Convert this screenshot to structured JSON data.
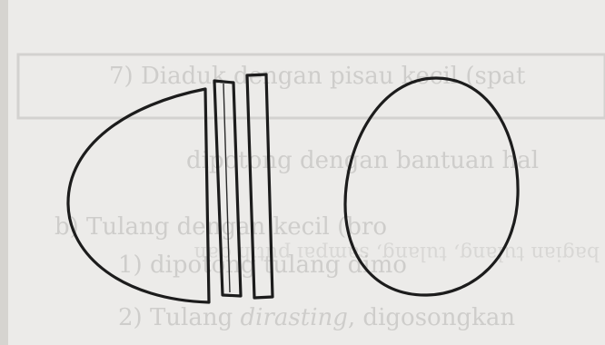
{
  "page": {
    "paper_color": "#ecebe9",
    "ink_color": "#1c1c1c",
    "bleed_text_color": "#b7b6b3"
  },
  "bleed_through": {
    "line1": "7) Diaduk dengan pisau kecil (spat",
    "line2": "dipotong dengan bantuan hal",
    "line3_mirrored": "bagian tulang, tulang, sampai putih dan",
    "line4": "b) Tulang dengan kecil (bro",
    "line5": "1) dipotong tulang dimo",
    "line6_prefix": "2)  Tulang ",
    "line6_italic": "dirasting",
    "line6_suffix": ", digosongkan"
  },
  "figure": {
    "parts": [
      "egg-half-hatched",
      "thin-slice-1",
      "thin-slice-2",
      "whole-egg-hatched"
    ]
  }
}
